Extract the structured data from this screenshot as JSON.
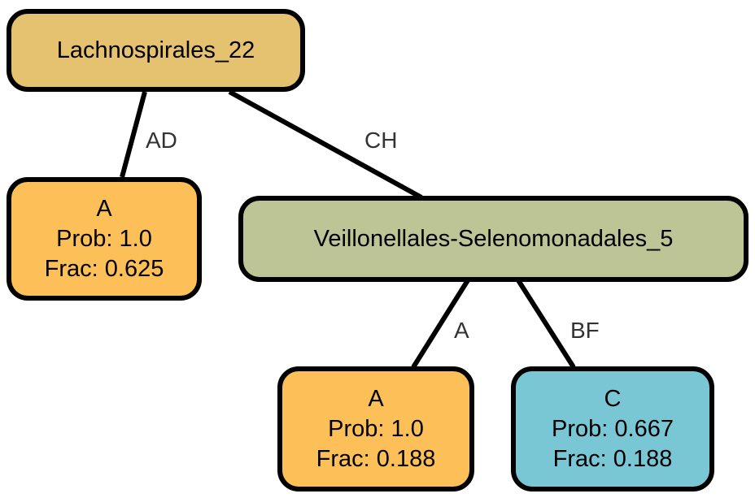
{
  "colors": {
    "root": "#E4C26F",
    "internal": "#BDC597",
    "leaf_A": "#FDBF58",
    "leaf_C": "#79C6D4",
    "edge": "#000000",
    "edge_label": "#333333"
  },
  "nodes": {
    "root": {
      "title": "Lachnospirales_22"
    },
    "veillonellales": {
      "title": "Veillonellales-Selenomonadales_5"
    },
    "leaf1": {
      "title": "A",
      "prob": "Prob: 1.0",
      "frac": "Frac: 0.625"
    },
    "leaf2": {
      "title": "A",
      "prob": "Prob: 1.0",
      "frac": "Frac: 0.188"
    },
    "leaf3": {
      "title": "C",
      "prob": "Prob: 0.667",
      "frac": "Frac: 0.188"
    }
  },
  "edges": {
    "root_leaf1": "AD",
    "root_veillonellales": "CH",
    "veillonellales_leaf2": "A",
    "veillonellales_leaf3": "BF"
  }
}
